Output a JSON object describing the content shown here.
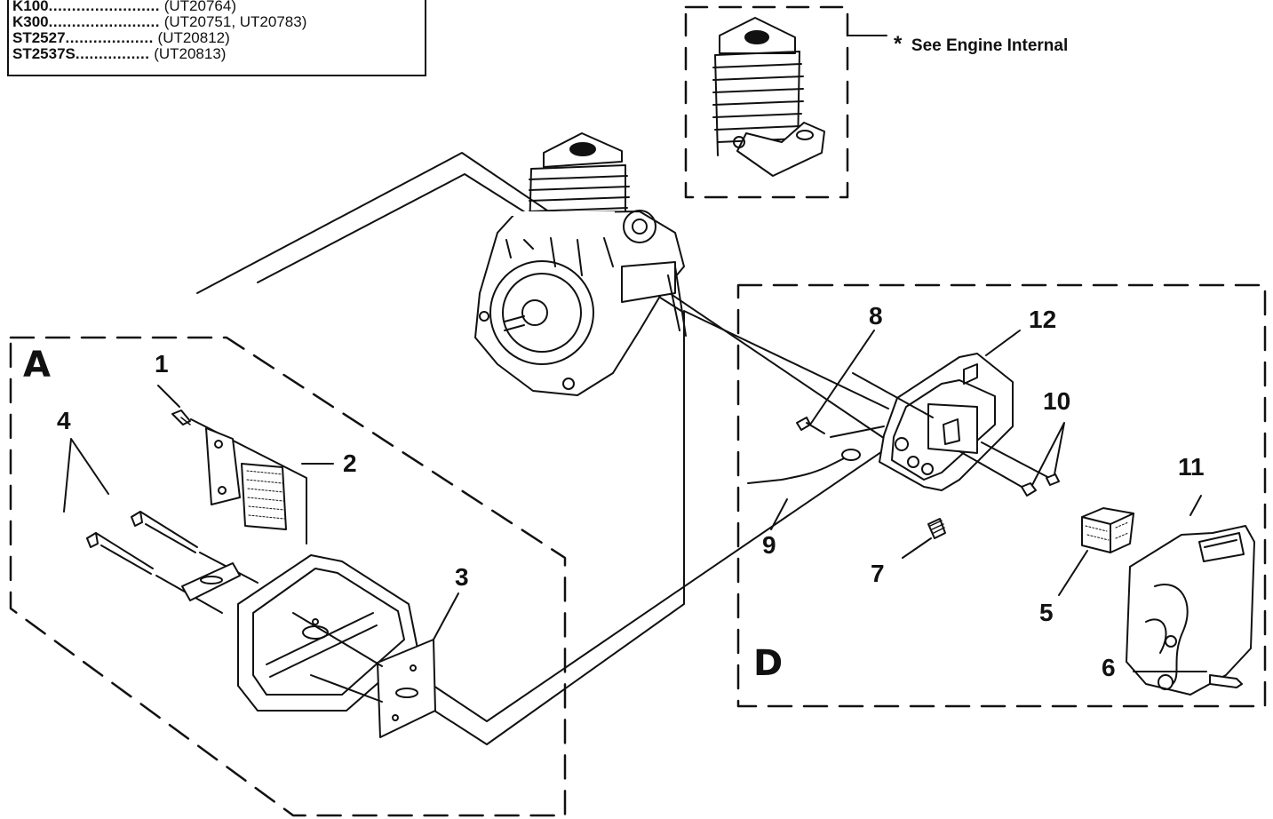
{
  "legend": {
    "rows": [
      {
        "model": "K100",
        "dots": "........................",
        "parts": "(UT20764)"
      },
      {
        "model": "K300",
        "dots": "........................",
        "parts": "(UT20751, UT20783)"
      },
      {
        "model": "ST2527",
        "dots": "...................",
        "parts": "(UT20812)"
      },
      {
        "model": "ST2537S",
        "dots": "................",
        "parts": "(UT20813)"
      }
    ]
  },
  "note": {
    "star": "*",
    "text": "See Engine Internal"
  },
  "sections": {
    "a": "A",
    "d": "D"
  },
  "callouts": {
    "n1": "1",
    "n2": "2",
    "n3": "3",
    "n4": "4",
    "n5": "5",
    "n6": "6",
    "n7": "7",
    "n8": "8",
    "n9": "9",
    "n10": "10",
    "n11": "11",
    "n12": "12"
  },
  "colors": {
    "ink": "#111111",
    "paper": "#ffffff"
  }
}
